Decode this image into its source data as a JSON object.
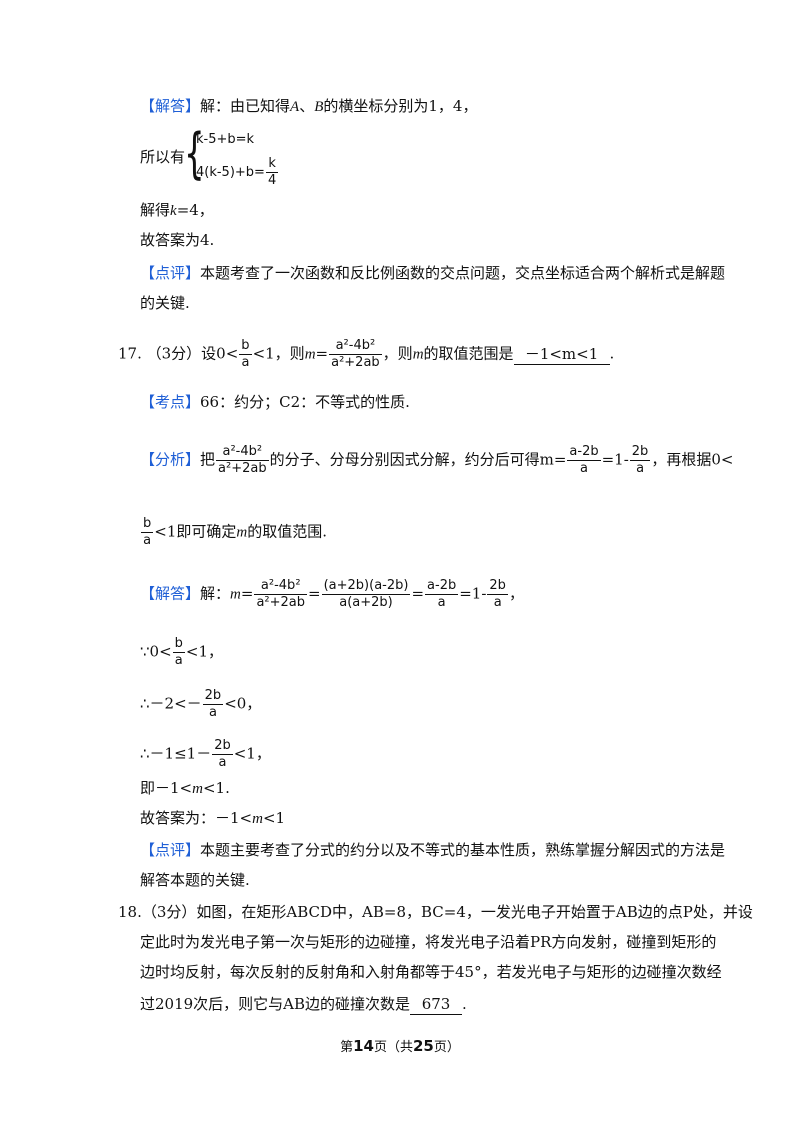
{
  "p16": {
    "answer_tag": "【解答】",
    "l1_a": "解：由已知得",
    "l1_A": "A",
    "l1_sep": "、",
    "l1_B": "B",
    "l1_b": "的横坐标分别为1，4，",
    "suoyi": "所以有",
    "eq1": "k-5+b=k",
    "eq2_left": "4(k-5)+b=",
    "eq2_num": "k",
    "eq2_den": "4",
    "l3_a": "解得",
    "l3_k": "k",
    "l3_b": "=4，",
    "l4": "故答案为4.",
    "review_tag": "【点评】",
    "review_l1": "本题考查了一次函数和反比例函数的交点问题，交点坐标适合两个解析式是解题",
    "review_l2": "的关键."
  },
  "q17": {
    "num": "17.",
    "pts": "（3分）设0<",
    "f1_n": "b",
    "f1_d": "a",
    "mid": "<1，则",
    "m": "m",
    "eq": "=",
    "f2_n": "a²-4b²",
    "f2_d": "a²+2ab",
    "tail": "，则",
    "m2": "m",
    "tail2": "的取值范围是",
    "blank": "－1<m<1",
    "end": "."
  },
  "s17": {
    "kaodian_tag": "【考点】",
    "kaodian": "66：约分；C2：不等式的性质.",
    "fenxi_tag": "【分析】",
    "fx_a": "把",
    "fx_f1_n": "a²-4b²",
    "fx_f1_d": "a²+2ab",
    "fx_b": "的分子、分母分别因式分解，约分后可得",
    "fx_m": "m=",
    "fx_f2_n": "a-2b",
    "fx_f2_d": "a",
    "fx_c": "=1-",
    "fx_f3_n": "2b",
    "fx_f3_d": "a",
    "fx_d": "，再根据0<",
    "fx2_f_n": "b",
    "fx2_f_d": "a",
    "fx2_a": "<1即可确定",
    "fx2_m": "m",
    "fx2_b": "的取值范围.",
    "jd_tag": "【解答】",
    "jd_a": "解：",
    "jd_m": "m",
    "jd_eq": "=",
    "jd_f1_n": "a²-4b²",
    "jd_f1_d": "a²+2ab",
    "jd_eq2": "=",
    "jd_f2_n": "(a+2b)(a-2b)",
    "jd_f2_d": "a(a+2b)",
    "jd_eq3": "=",
    "jd_f3_n": "a-2b",
    "jd_f3_d": "a",
    "jd_eq4": "=1-",
    "jd_f4_n": "2b",
    "jd_f4_d": "a",
    "jd_end": "，",
    "r1_a": "∵0<",
    "r1_n": "b",
    "r1_d": "a",
    "r1_b": "<1，",
    "r2_a": "∴－2<－",
    "r2_n": "2b",
    "r2_d": "a",
    "r2_b": "<0，",
    "r3_a": "∴－1≤1－",
    "r3_n": "2b",
    "r3_d": "a",
    "r3_b": "<1，",
    "r4_a": "即－1<",
    "r4_m": "m",
    "r4_b": "<1.",
    "r5_a": "故答案为：－1<",
    "r5_m": "m",
    "r5_b": "<1",
    "dp_tag": "【点评】",
    "dp_l1": "本题主要考查了分式的约分以及不等式的基本性质，熟练掌握分解因式的方法是",
    "dp_l2": "解答本题的关键."
  },
  "q18": {
    "l1": "18.（3分）如图，在矩形ABCD中，AB=8，BC=4，一发光电子开始置于AB边的点P处，并设",
    "l2": "定此时为发光电子第一次与矩形的边碰撞，将发光电子沿着PR方向发射，碰撞到矩形的",
    "l3": "边时均反射，每次反射的反射角和入射角都等于45°，若发光电子与矩形的边碰撞次数经",
    "l4_a": "过2019次后，则它与AB边的碰撞次数是",
    "l4_blank": "673",
    "l4_end": "."
  },
  "footer": {
    "a": "第",
    "page": "14",
    "b": "页（共",
    "total": "25",
    "c": "页）"
  }
}
